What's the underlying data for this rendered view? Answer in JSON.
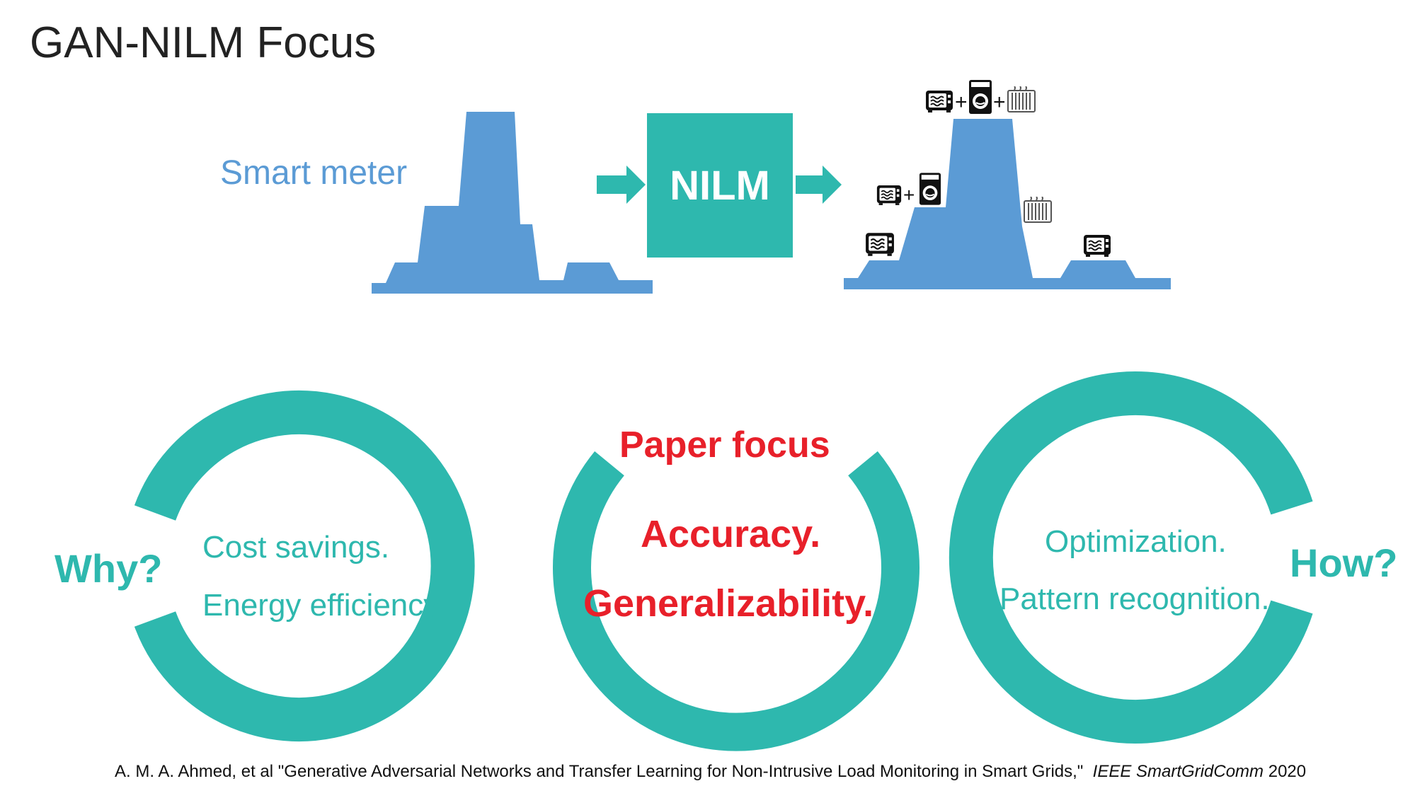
{
  "slide": {
    "title": "GAN-NILM Focus",
    "smart_meter_label": "Smart meter",
    "nilm_label": "NILM",
    "colors": {
      "teal": "#2eb8ae",
      "blue": "#5b9bd5",
      "red": "#e8202a",
      "text": "#222222"
    },
    "appliance_icons": [
      "microwave-icon",
      "washing-machine-icon",
      "radiator-icon"
    ]
  },
  "cycles": {
    "why": {
      "question": "Why?",
      "items": [
        "Cost savings.",
        "Energy efficiency."
      ]
    },
    "focus": {
      "header": "Paper focus",
      "items": [
        "Accuracy.",
        "Generalizability."
      ]
    },
    "how": {
      "question": "How?",
      "items": [
        "Optimization.",
        "Pattern recognition."
      ]
    }
  },
  "citation": {
    "authors_and_title": "A. M. A. Ahmed, et al \"Generative Adversarial Networks and Transfer Learning for Non-Intrusive Load Monitoring in Smart Grids,\"",
    "venue": "IEEE SmartGridComm",
    "year": "2020"
  }
}
